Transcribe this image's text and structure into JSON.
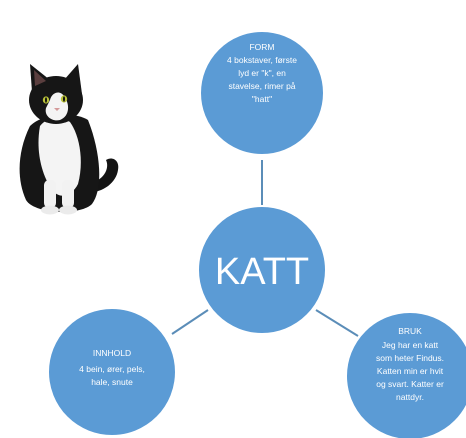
{
  "center": {
    "title": "KATT"
  },
  "form": {
    "heading": "FORM",
    "lines": [
      "4 bokstaver, første",
      "lyd er \"k\", en",
      "stavelse, rimer på",
      "\"hatt\""
    ]
  },
  "innhold": {
    "heading": "INNHOLD",
    "lines": [
      "4 bein, ører, pels,",
      "hale, snute"
    ]
  },
  "bruk": {
    "heading": "BRUK",
    "lines": [
      "Jeg har en katt",
      "som heter Findus.",
      "Katten min er hvit",
      "og svart. Katter er",
      "nattdyr."
    ]
  },
  "colors": {
    "node_fill": "#5b9bd5",
    "node_stroke": "#ffffff",
    "connector": "#5b8db8"
  },
  "image": {
    "icon": "cat-photo",
    "subject": "black and white cat"
  }
}
